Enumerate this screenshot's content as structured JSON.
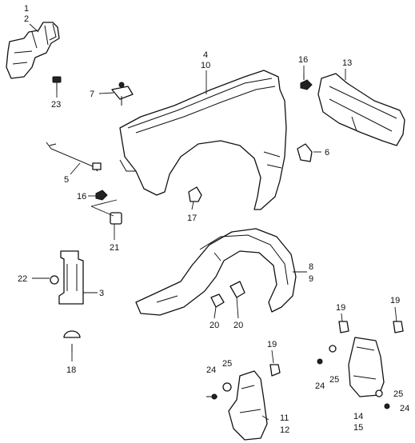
{
  "callouts": [
    {
      "id": "c1",
      "text": "1"
    },
    {
      "id": "c2",
      "text": "2"
    },
    {
      "id": "c3",
      "text": "3"
    },
    {
      "id": "c4",
      "text": "4"
    },
    {
      "id": "c5",
      "text": "5"
    },
    {
      "id": "c6",
      "text": "6"
    },
    {
      "id": "c7",
      "text": "7"
    },
    {
      "id": "c8",
      "text": "8"
    },
    {
      "id": "c9",
      "text": "9"
    },
    {
      "id": "c10",
      "text": "10"
    },
    {
      "id": "c11",
      "text": "11"
    },
    {
      "id": "c12",
      "text": "12"
    },
    {
      "id": "c13",
      "text": "13"
    },
    {
      "id": "c14",
      "text": "14"
    },
    {
      "id": "c15",
      "text": "15"
    },
    {
      "id": "c16a",
      "text": "16"
    },
    {
      "id": "c16b",
      "text": "16"
    },
    {
      "id": "c17",
      "text": "17"
    },
    {
      "id": "c18",
      "text": "18"
    },
    {
      "id": "c19a",
      "text": "19"
    },
    {
      "id": "c19b",
      "text": "19"
    },
    {
      "id": "c19c",
      "text": "19"
    },
    {
      "id": "c20a",
      "text": "20"
    },
    {
      "id": "c20b",
      "text": "20"
    },
    {
      "id": "c21",
      "text": "21"
    },
    {
      "id": "c22",
      "text": "22"
    },
    {
      "id": "c23",
      "text": "23"
    },
    {
      "id": "c24a",
      "text": "24"
    },
    {
      "id": "c24b",
      "text": "24"
    },
    {
      "id": "c24c",
      "text": "24"
    },
    {
      "id": "c25a",
      "text": "25"
    },
    {
      "id": "c25b",
      "text": "25"
    },
    {
      "id": "c25c",
      "text": "25"
    }
  ]
}
